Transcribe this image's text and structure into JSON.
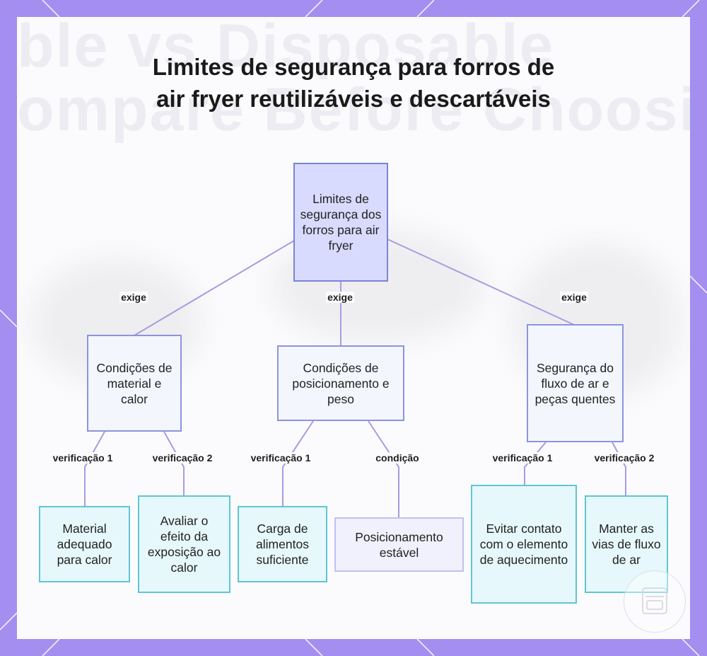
{
  "title": "Limites de segurança para forros de air fryer reutilizáveis e descartáveis",
  "background_text": [
    "ble vs Disposable",
    "ompare Before Choosi"
  ],
  "colors": {
    "frame": "#a48ef0",
    "edge": "#a99be0",
    "root_fill": "#d8dbfd",
    "leaf_border": "#5fc6d4"
  },
  "nodes": {
    "root": "Limites de segurança dos forros para air fryer",
    "material": "Condições de material e calor",
    "posicionamento": "Condições de posicionamento e peso",
    "fluxo": "Segurança do fluxo de ar e peças quentes",
    "material_adequado": "Material adequado para calor",
    "avaliar_efeito": "Avaliar o efeito da exposição ao calor",
    "carga_alimentos": "Carga de alimentos suficiente",
    "posicionamento_estavel": "Posicionamento estável",
    "evitar_contato": "Evitar contato com o elemento de aquecimento",
    "manter_vias": "Manter as vias de fluxo de ar"
  },
  "edges": {
    "root_material": "exige",
    "root_posicionamento": "exige",
    "root_fluxo": "exige",
    "material_v1": "verificação 1",
    "material_v2": "verificação 2",
    "posicionamento_v1": "verificação 1",
    "posicionamento_cond": "condição",
    "fluxo_v1": "verificação 1",
    "fluxo_v2": "verificação 2"
  }
}
